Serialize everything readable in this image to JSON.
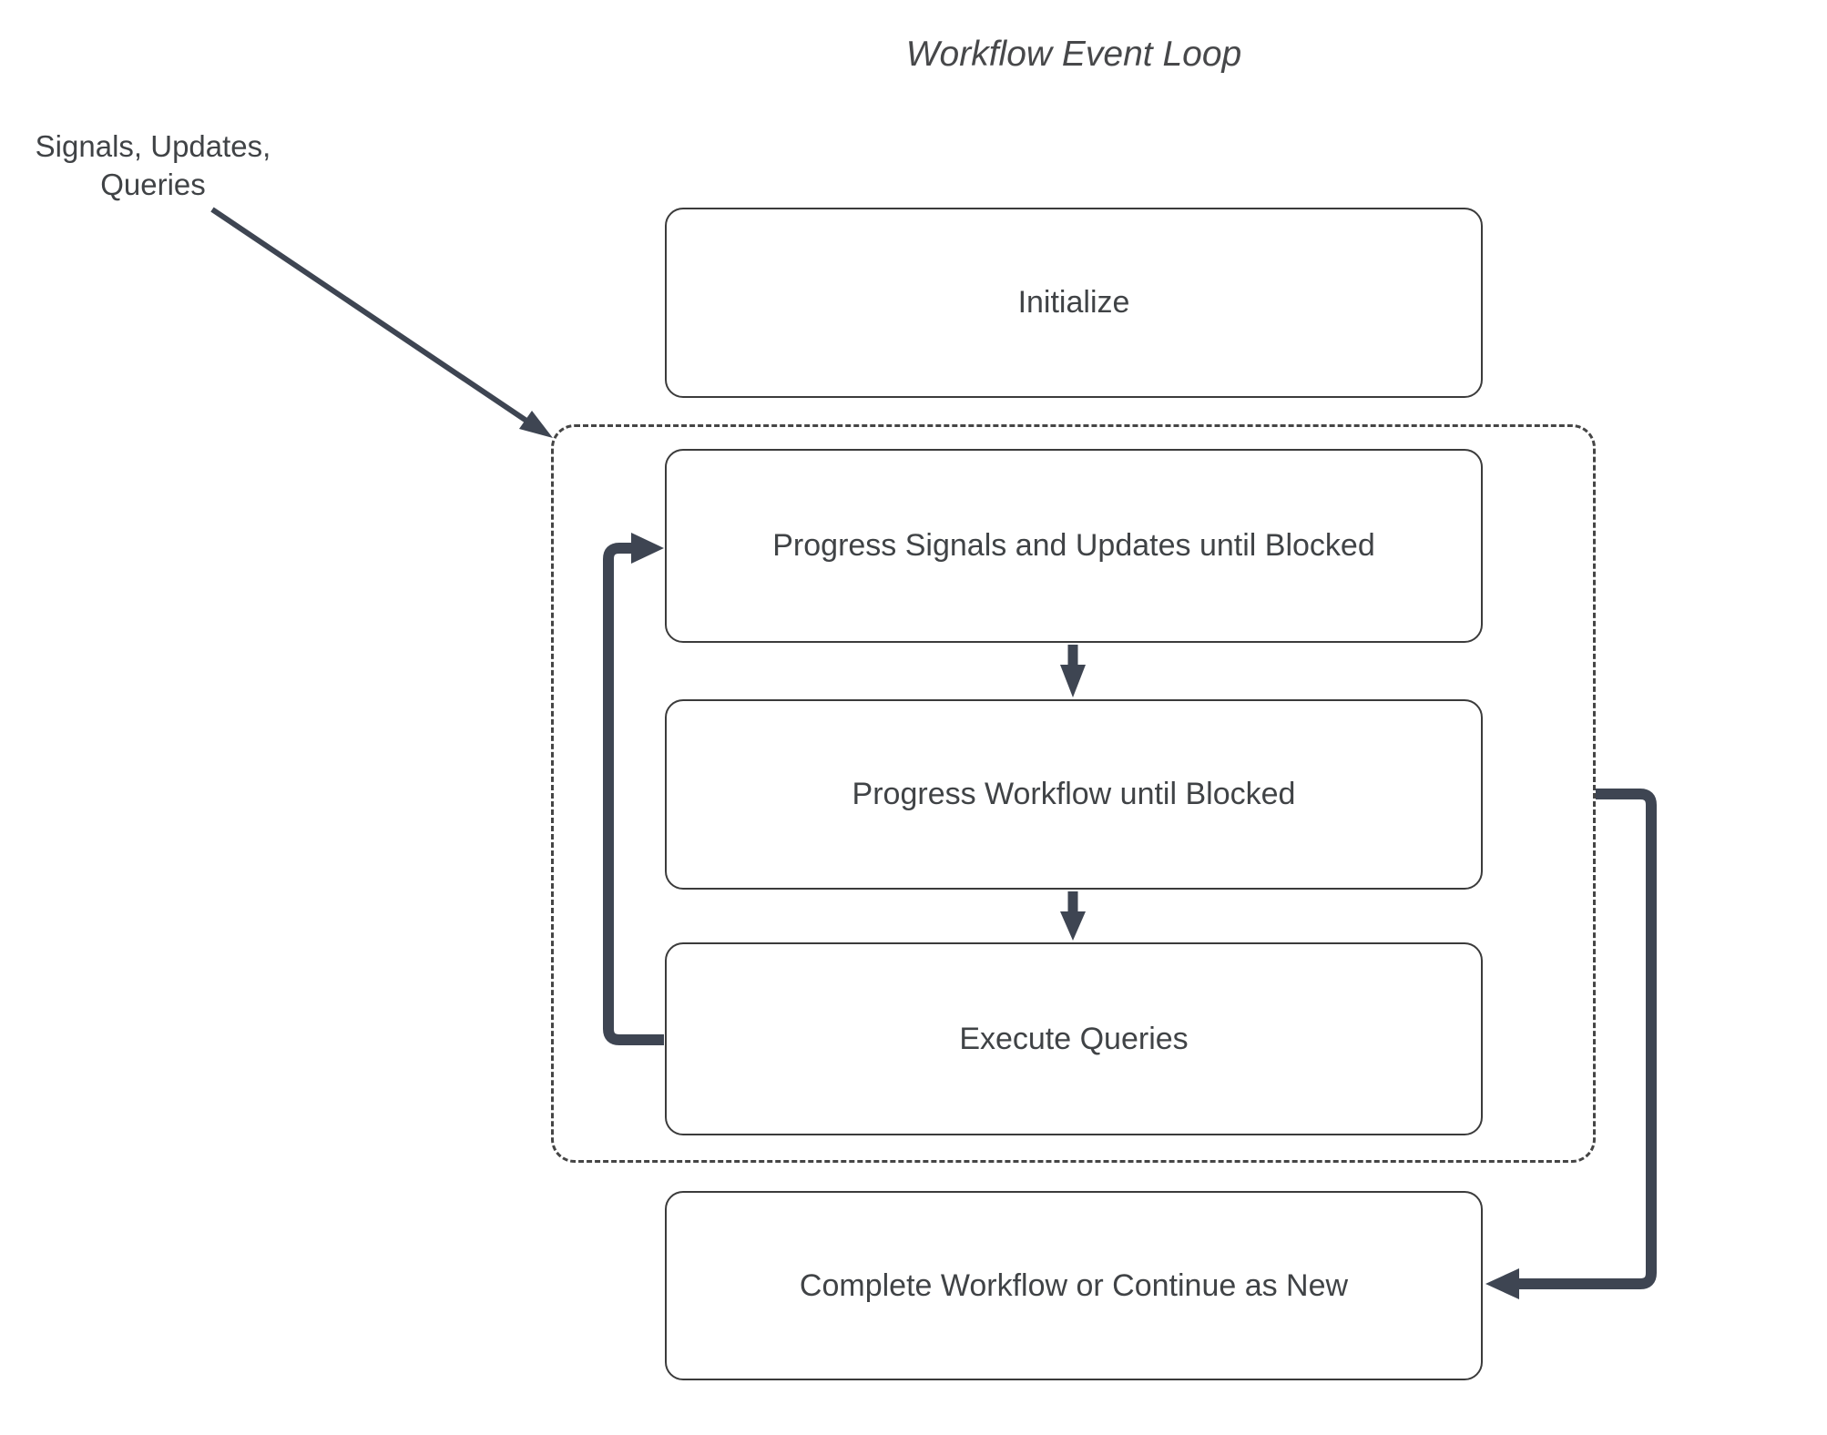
{
  "title": "Workflow Event Loop",
  "external_label": "Signals, Updates,\nQueries",
  "nodes": {
    "initialize": "Initialize",
    "progress_signals": "Progress Signals and Updates until Blocked",
    "progress_workflow": "Progress Workflow until Blocked",
    "execute_queries": "Execute Queries",
    "complete": "Complete Workflow or Continue as New"
  },
  "edges": [
    {
      "from": "signals-updates-queries-label",
      "to": "event-loop-container",
      "style": "thin-diagonal-arrow"
    },
    {
      "from": "progress_signals",
      "to": "progress_workflow",
      "style": "down-arrow"
    },
    {
      "from": "progress_workflow",
      "to": "execute_queries",
      "style": "down-arrow"
    },
    {
      "from": "execute_queries",
      "to": "progress_signals",
      "style": "thick-loop-back-left"
    },
    {
      "from": "event-loop-container",
      "to": "complete",
      "style": "thick-continue-right"
    }
  ],
  "colors": {
    "arrow": "#3e4552",
    "box_border": "#3b3b3b",
    "dashed_border": "#454545",
    "text": "#404346",
    "background": "#ffffff"
  }
}
